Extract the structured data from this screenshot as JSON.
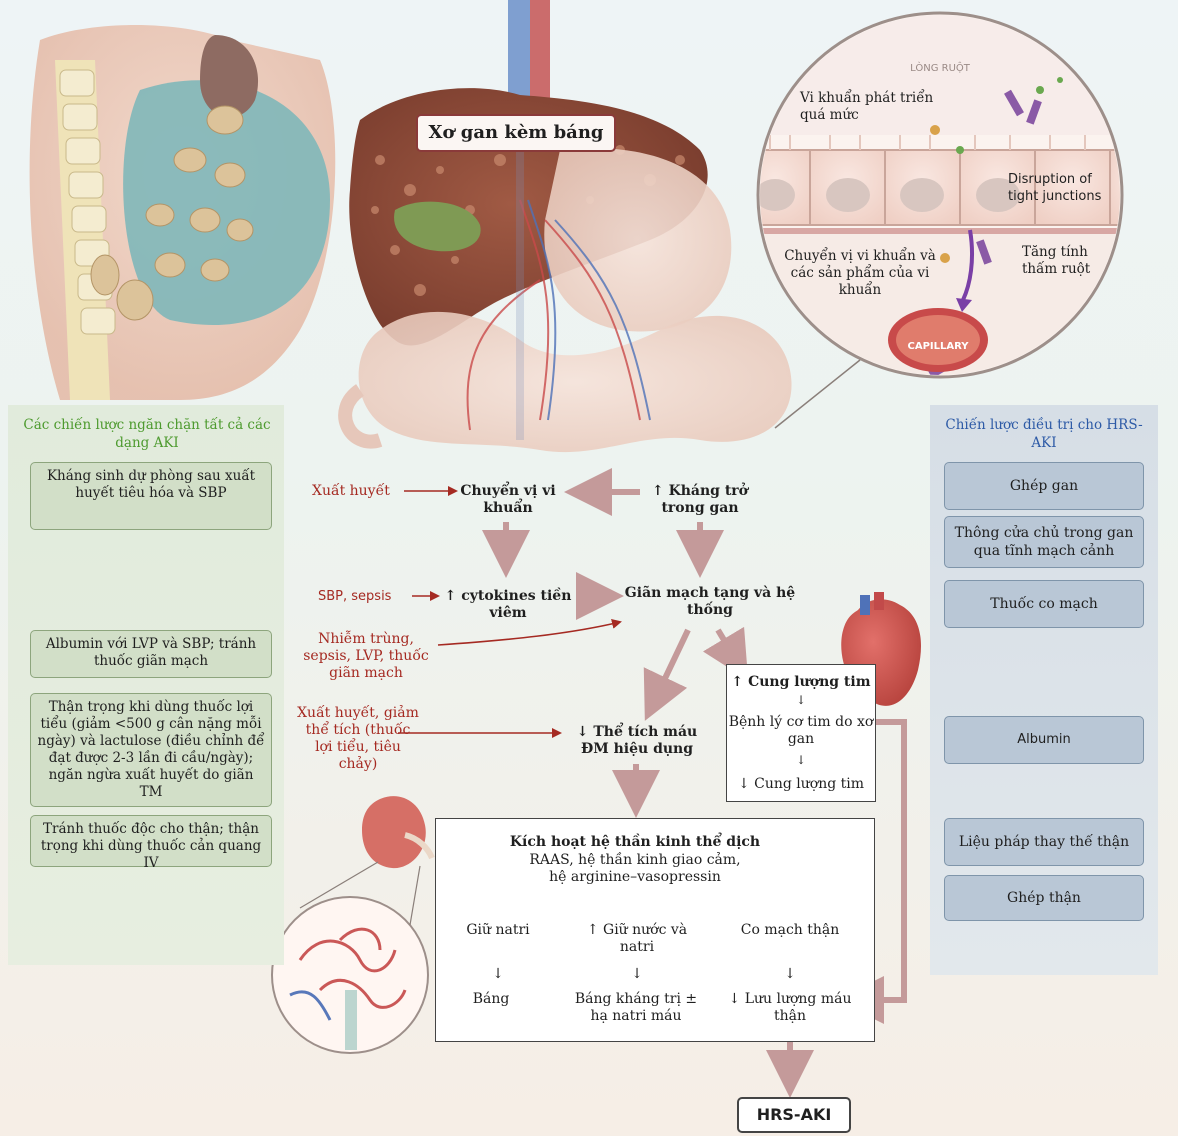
{
  "title": "Xơ gan kèm báng",
  "colors": {
    "prevention_title": "#4d9a2e",
    "treatment_title": "#2d5aa6",
    "risk_text": "#a52a22",
    "flow_arrow": "#c49a9a"
  },
  "intestine_inset": {
    "lumen_label": "LÒNG RUỘT",
    "bacterial_overgrowth": "Vi khuẩn phát triển quá mức",
    "tight_junctions": "Disruption of tight junctions",
    "translocation": "Chuyển vị vi khuẩn và các sản phẩm của vi khuẩn",
    "permeability": "Tăng tính thấm ruột",
    "capillary": "CAPILLARY"
  },
  "prevention": {
    "title": "Các chiến lược ngăn chặn tất cả các dạng AKI",
    "items": [
      "Kháng sinh dự phòng sau xuất huyết tiêu hóa và SBP",
      "Albumin với LVP và SBP; tránh thuốc giãn mạch",
      "Thận trọng khi dùng thuốc lợi tiểu (giảm <500 g cân nặng mỗi ngày) và lactulose (điều chỉnh để đạt được 2-3 lần đi cầu/ngày); ngăn ngừa xuất huyết do giãn TM",
      "Tránh thuốc độc cho thận; thận trọng khi dùng thuốc cản quang IV"
    ]
  },
  "treatment": {
    "title": "Chiến lược điều trị cho HRS-AKI",
    "items": [
      "Ghép gan",
      "Thông cửa chủ trong gan qua tĩnh mạch cảnh",
      "Thuốc co mạch",
      "Albumin",
      "Liệu pháp thay thế thận",
      "Ghép thận"
    ]
  },
  "flow": {
    "bleeding": "Xuất huyết",
    "bacterial_translocation": "Chuyển vị vi khuẩn",
    "hepatic_resistance": "↑ Kháng trở trong gan",
    "sbp_sepsis": "SBP, sepsis",
    "cytokines": "↑ cytokines tiền viêm",
    "vasodilation": "Giãn mạch tạng và hệ thống",
    "infection": "Nhiễm trùng, sepsis, LVP, thuốc giãn mạch",
    "bleeding_volume": "Xuất huyết, giảm thể tích (thuốc lợi tiểu, tiêu chảy)",
    "effective_volume": "↓ Thể tích máu ĐM hiệu dụng",
    "cardiac_output_up": "↑ Cung lượng tim",
    "cardiomyopathy": "Bệnh lý cơ tim do xơ gan",
    "cardiac_output_down": "↓ Cung lượng tim",
    "neurohumoral_title": "Kích hoạt hệ thần kinh thể dịch",
    "neurohumoral_detail": "RAAS, hệ thần kinh giao cảm, hệ arginine–vasopressin",
    "sodium_retention": "Giữ natri",
    "water_retention": "↑ Giữ nước và natri",
    "renal_vasoconstriction": "Co mạch thận",
    "ascites": "Báng",
    "refractory_ascites": "Báng kháng trị ± hạ natri máu",
    "renal_flow": "↓ Lưu lượng máu thận",
    "down_arrow": "↓",
    "hrs_aki": "HRS-AKI"
  }
}
